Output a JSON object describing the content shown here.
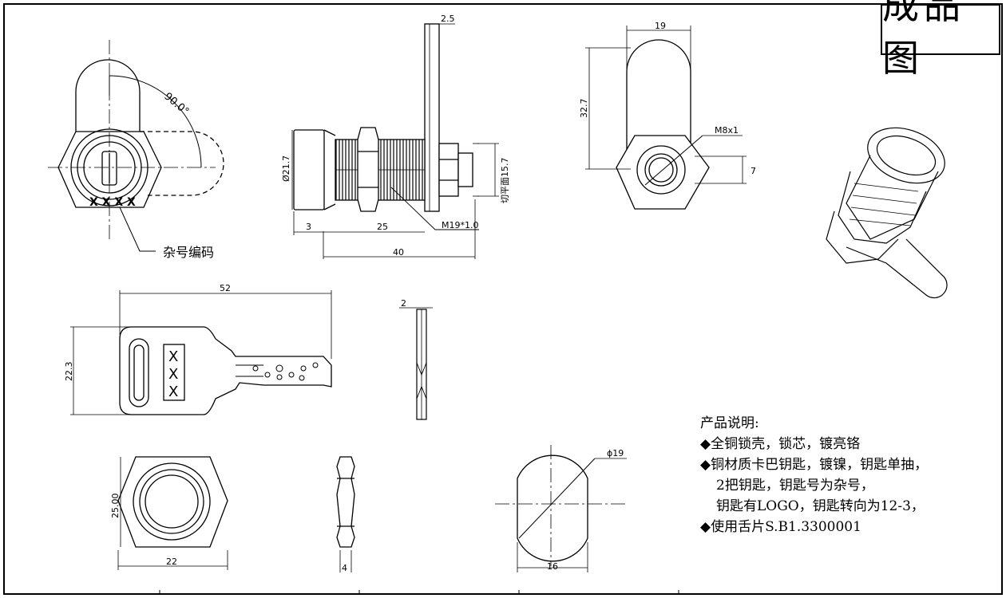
{
  "title_block": {
    "title": "成品图"
  },
  "dimensions": {
    "angle": "90.0°",
    "thickness_top": "2.5",
    "dia_body": "Ø21.7",
    "len_3": "3",
    "len_25": "25",
    "len_40": "40",
    "thread": "M19*1.0",
    "flat_face": "切平面15.7",
    "width_19": "19",
    "height_32_7": "32.7",
    "m8": "M8x1",
    "dim_7": "7",
    "key_len": "52",
    "key_height": "22.3",
    "key_thick": "2",
    "nut_height": "25.00",
    "nut_width": "22",
    "nut_thick": "4",
    "phi19": "ϕ19",
    "dim_16": "16"
  },
  "labels": {
    "serial_label": "杂号编码",
    "key_marks": "X X X X",
    "key_plate_marks": [
      "X",
      "X",
      "X"
    ]
  },
  "notes": {
    "heading": "产品说明:",
    "line1": "◆全铜锁壳，锁芯，镀亮铬",
    "line2": "◆铜材质卡巴钥匙，镀镍，钥匙单抽，",
    "line3": "2把钥匙，钥匙号为杂号，",
    "line4": "钥匙有LOGO，钥匙转向为12-3，",
    "line5": "◆使用舌片S.B1.3300001"
  }
}
